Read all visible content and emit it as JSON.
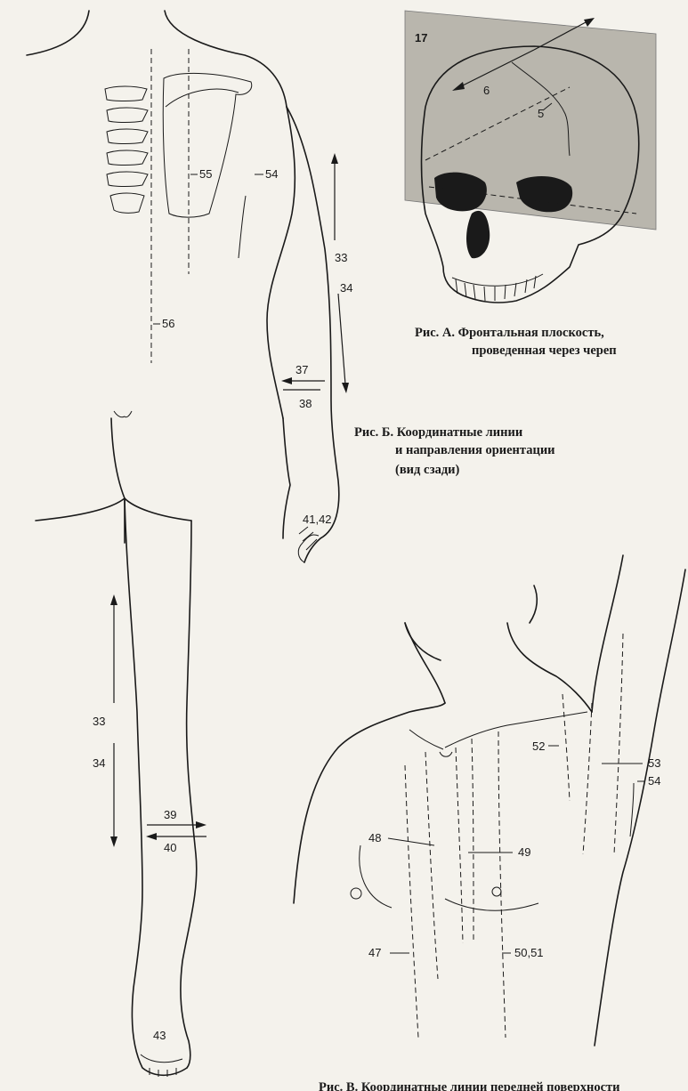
{
  "figure_a": {
    "plate_number": "17",
    "labels": [
      "6",
      "5"
    ],
    "caption_line1": "Рис. А. Фронтальная плоскость,",
    "caption_line2": "проведенная через череп"
  },
  "figure_b": {
    "caption_line1": "Рис. Б. Координатные линии",
    "caption_line2": "и направления ориентации",
    "caption_line3": "(вид сзади)",
    "labels": {
      "l55": "55",
      "l54": "54",
      "l56": "56",
      "l33_arm": "33",
      "l34_arm": "34",
      "l37": "37",
      "l38": "38",
      "l4142": "41,42",
      "l33_leg": "33",
      "l34_leg": "34",
      "l39": "39",
      "l40": "40",
      "l43": "43"
    }
  },
  "figure_c": {
    "labels": {
      "l52": "52",
      "l53": "53",
      "l54": "54",
      "l48": "48",
      "l49": "49",
      "l47": "47",
      "l5051": "50,51"
    },
    "caption_partial": "Рис. В. Координатные линии передней поверхности"
  }
}
